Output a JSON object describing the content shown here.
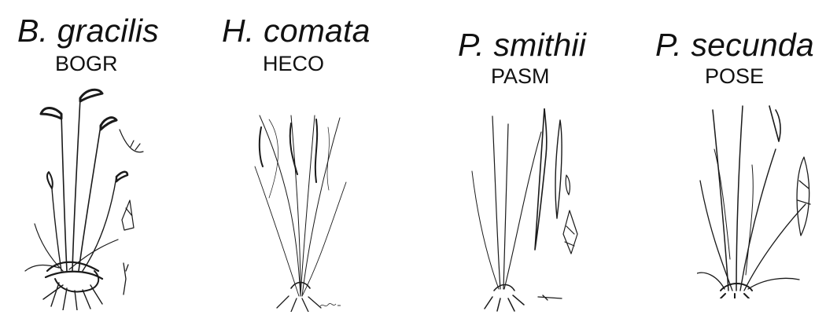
{
  "panels": [
    {
      "species": "B. gracilis",
      "code": "BOGR",
      "illustration": "bogr-grass-drawing"
    },
    {
      "species": "H. comata",
      "code": "HECO",
      "illustration": "heco-grass-drawing"
    },
    {
      "species": "P. smithii",
      "code": "PASM",
      "illustration": "pasm-grass-drawing"
    },
    {
      "species": "P. secunda",
      "code": "POSE",
      "illustration": "pose-grass-drawing"
    }
  ],
  "illustrator_signature": "signature"
}
